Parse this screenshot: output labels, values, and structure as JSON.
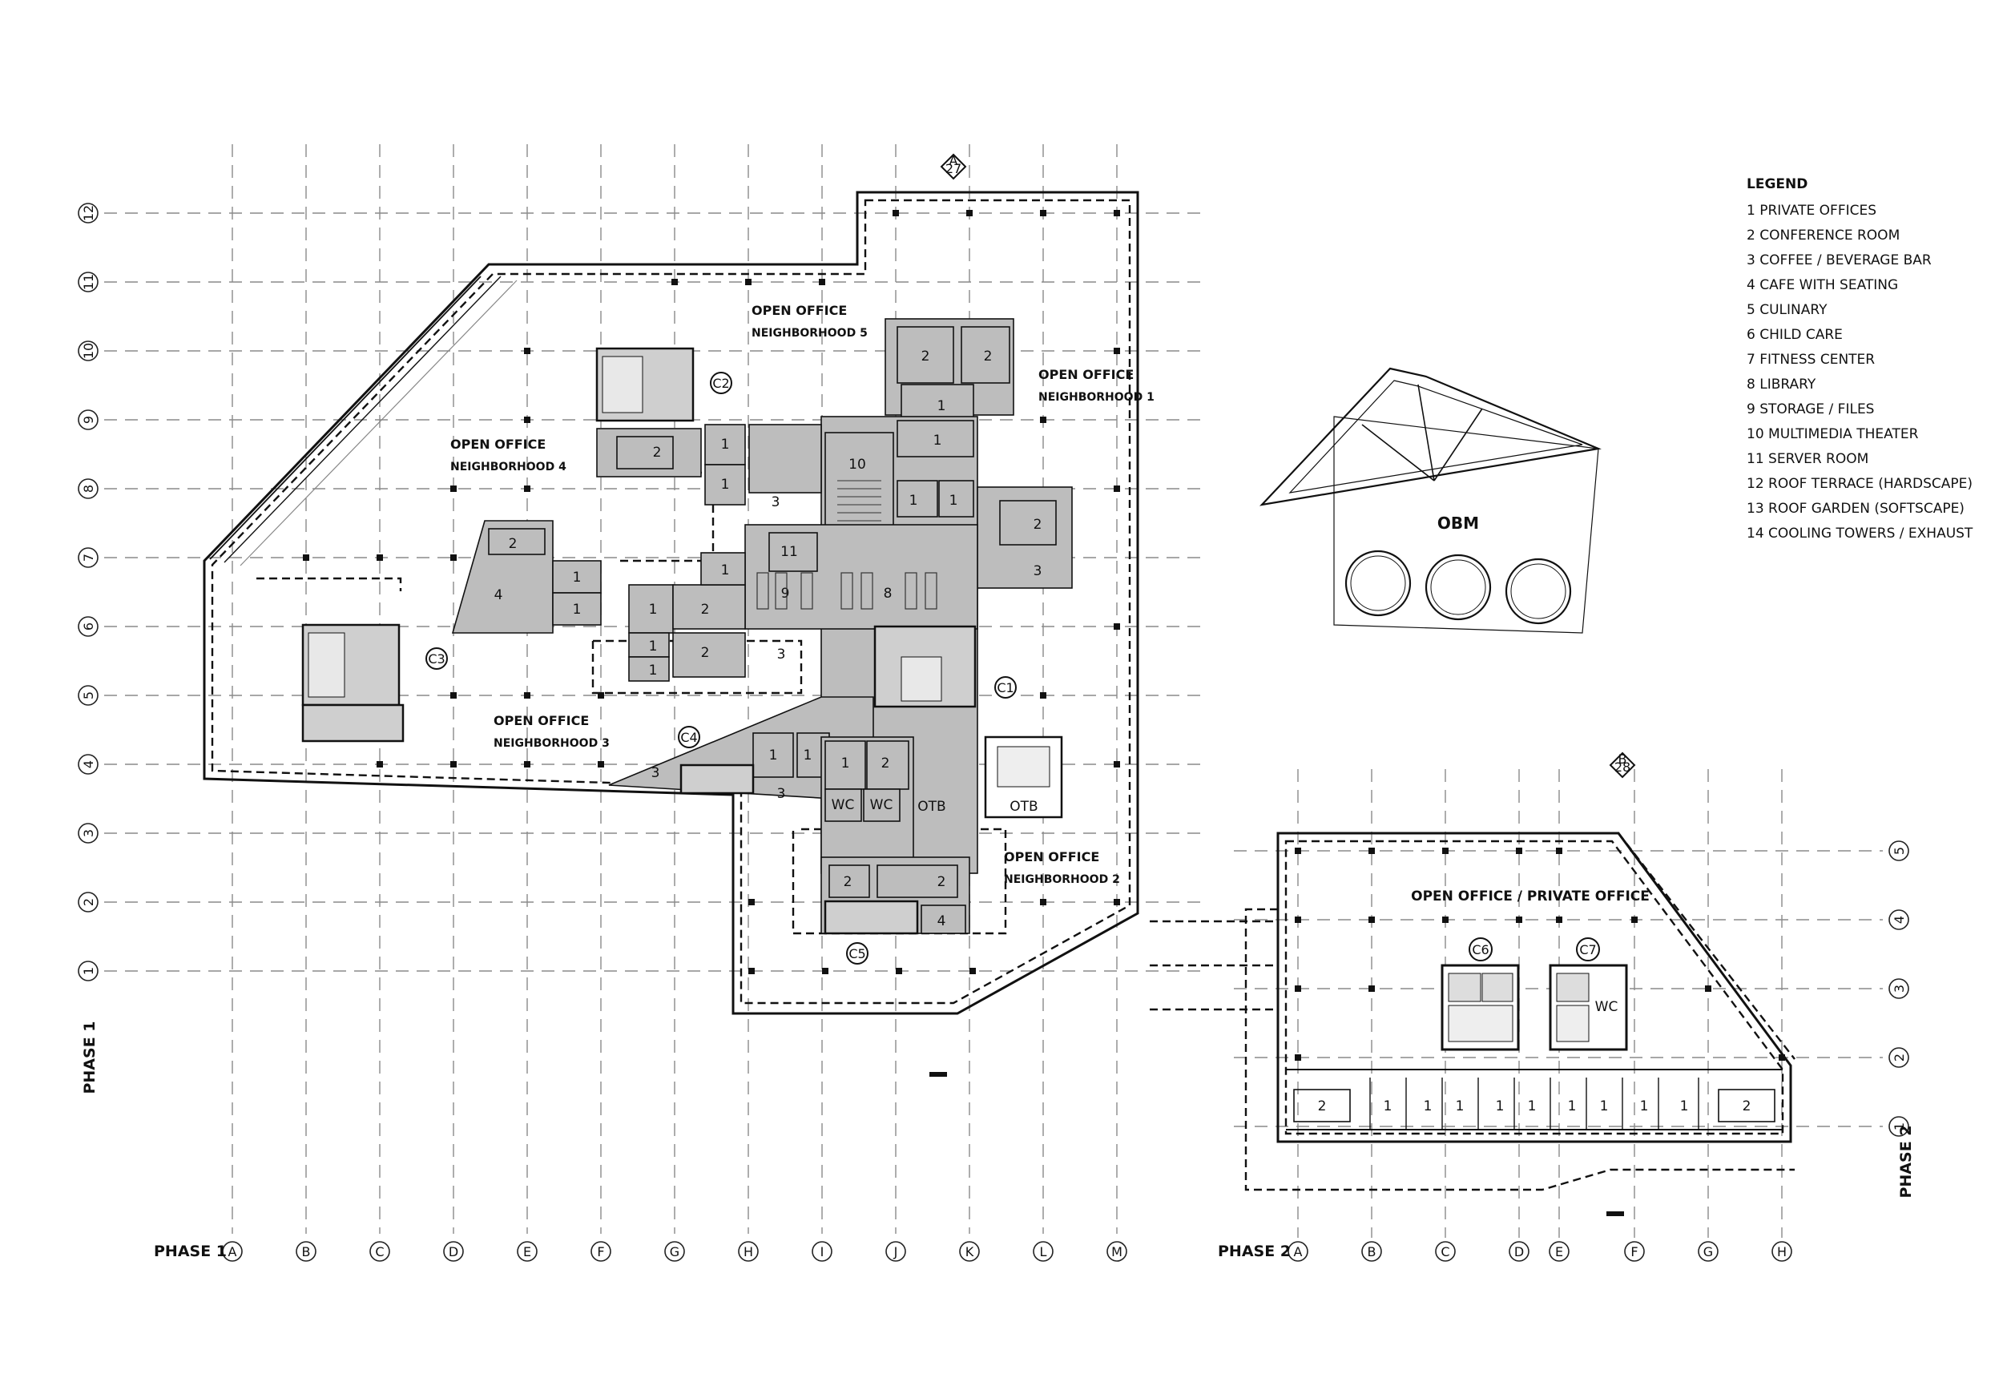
{
  "legend": {
    "title": "LEGEND",
    "items": [
      "1 PRIVATE OFFICES",
      "2 CONFERENCE ROOM",
      "3 COFFEE / BEVERAGE BAR",
      "4 CAFE WITH SEATING",
      "5 CULINARY",
      "6 CHILD CARE",
      "7 FITNESS CENTER",
      "8 LIBRARY",
      "9 STORAGE / FILES",
      "10 MULTIMEDIA THEATER",
      "11 SERVER ROOM",
      "12 ROOF TERRACE (HARDSCAPE)",
      "13 ROOF GARDEN (SOFTSCAPE)",
      "14 COOLING TOWERS / EXHAUST"
    ]
  },
  "phase1": {
    "title": "PHASE 1",
    "side_label": "PHASE 1",
    "columns": [
      "A",
      "B",
      "C",
      "D",
      "E",
      "F",
      "G",
      "H",
      "I",
      "J",
      "K",
      "L",
      "M"
    ],
    "rows": [
      "1",
      "2",
      "3",
      "4",
      "5",
      "6",
      "7",
      "8",
      "9",
      "10",
      "11",
      "12"
    ],
    "areas": {
      "n1": [
        "OPEN OFFICE",
        "NEIGHBORHOOD 1"
      ],
      "n2": [
        "OPEN OFFICE",
        "NEIGHBORHOOD 2"
      ],
      "n3": [
        "OPEN OFFICE",
        "NEIGHBORHOOD 3"
      ],
      "n4": [
        "OPEN OFFICE",
        "NEIGHBORHOOD 4"
      ],
      "n5": [
        "OPEN OFFICE",
        "NEIGHBORHOOD 5"
      ]
    },
    "cores": [
      "C1",
      "C2",
      "C3",
      "C4",
      "C5"
    ],
    "otb": "OTB",
    "wc": "WC",
    "section_mark": "A\n27"
  },
  "phase2": {
    "title": "PHASE 2",
    "side_label": "PHASE 2",
    "columns": [
      "A",
      "B",
      "C",
      "D",
      "E",
      "F",
      "G",
      "H"
    ],
    "rows": [
      "1",
      "2",
      "3",
      "4",
      "5"
    ],
    "area": "OPEN OFFICE / PRIVATE OFFICE",
    "cores": [
      "C6",
      "C7"
    ],
    "wc": "WC",
    "section_mark": "B\n28"
  },
  "obm": {
    "label": "OBM"
  },
  "rooms": {
    "r1": "1",
    "r2": "2",
    "r3": "3",
    "r4": "4",
    "r8": "8",
    "r9": "9",
    "r10": "10",
    "r11": "11"
  }
}
